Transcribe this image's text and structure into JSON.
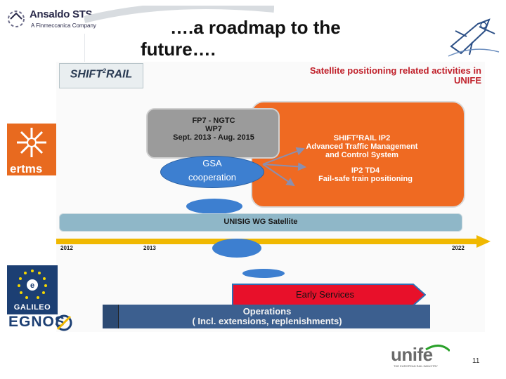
{
  "header": {
    "company_name": "Ansaldo STS",
    "company_subtitle": "A Finmeccanica Company",
    "title_line1": "….a roadmap to the",
    "title_line2": "future…."
  },
  "figure": {
    "shift2rail_logo": {
      "main": "SHIFT",
      "sup": "2",
      "tail": "RAIL"
    },
    "heading_line1": "Satellite positioning related activities in",
    "heading_line2": "UNIFE",
    "fp7_box": {
      "line1": "FP7 - NGTC",
      "line2": "WP7",
      "line3": "Sept. 2013 - Aug. 2015"
    },
    "ip2_box": {
      "line1": "SHIFT²RAIL IP2",
      "line2": "Advanced Traffic Management",
      "line3": "and Control System",
      "td_line1": "IP2 TD4",
      "td_line2": "Fail-safe train positioning"
    },
    "gsa_label_line1": "GSA",
    "gsa_label_line2": "cooperation",
    "unisig_label": "UNISIG WG Satellite",
    "timeline_ticks": [
      "2012",
      "2013",
      "2022"
    ],
    "early_services_label": "Early Services",
    "operations_line1": "Operations",
    "operations_line2": "( Incl. extensions, replenishments)"
  },
  "side_logos": {
    "ertms": "ertms",
    "galileo": "GALILEO",
    "egnos": "EGNOS"
  },
  "footer": {
    "unife_logo": "unife",
    "unife_sub": "THE EUROPEAN RAIL INDUSTRY",
    "page_number": "11"
  },
  "colors": {
    "orange": "#ef6a22",
    "grey_box": "#9b9b9b",
    "gsa_blue": "#3d7fd0",
    "unisig_bar": "#8fb7c8",
    "timeline_gold": "#f0b800",
    "early_services_red": "#e8102a",
    "operations_blue": "#3c5f8f",
    "heading_red": "#c0202a"
  },
  "icons": [
    "ansaldo-logo-icon",
    "airplane-sketch-icon",
    "ertms-logo-icon",
    "galileo-stars-icon",
    "egnos-logo-icon",
    "unife-logo-icon"
  ]
}
